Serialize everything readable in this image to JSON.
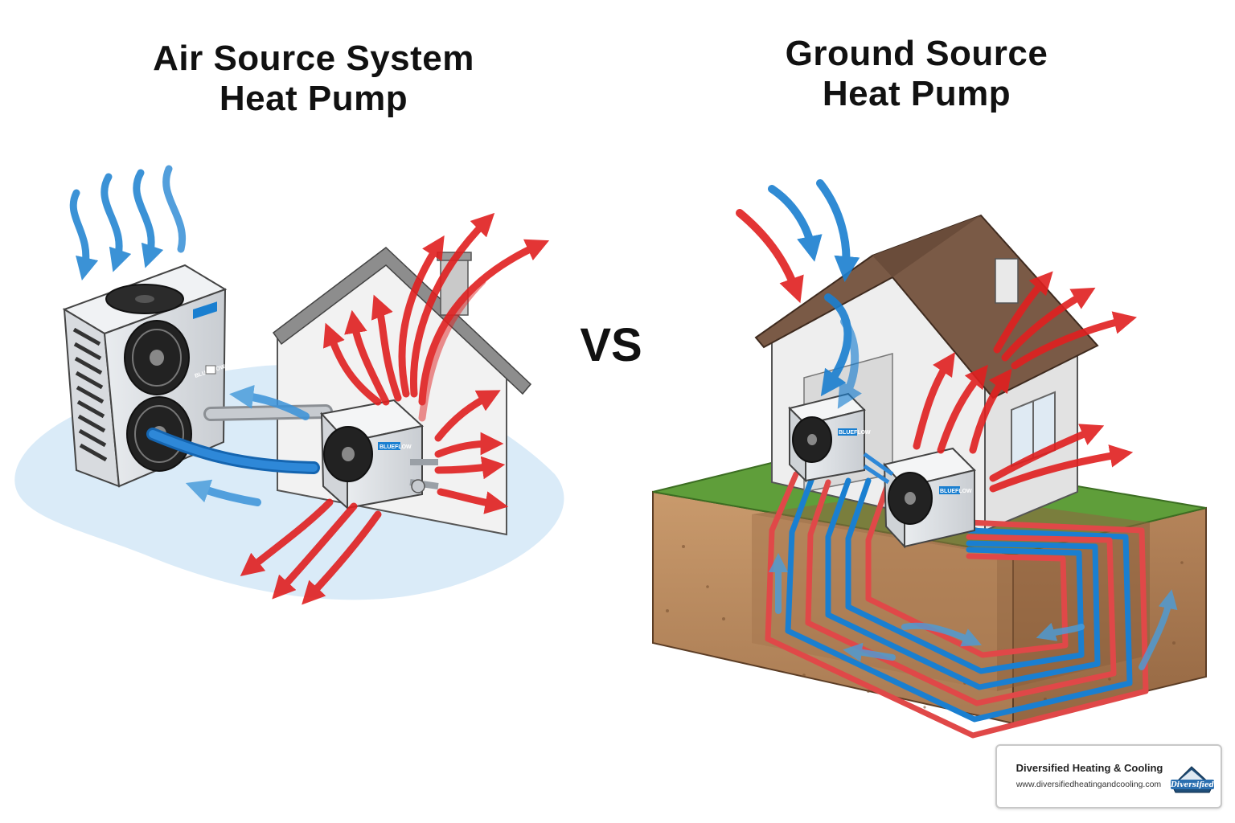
{
  "left_panel": {
    "title_line1": "Air Source System",
    "title_line2": "Heat Pump",
    "unit_brand": "BLUEFLOW"
  },
  "separator": {
    "label": "VS"
  },
  "right_panel": {
    "title_line1": "Ground Source",
    "title_line2": "Heat Pump",
    "unit_brand": "BLUEFLOW"
  },
  "footer": {
    "company_name": "Diversified Heating & Cooling",
    "website": "www.diversifiedheatingandcooling.com",
    "logo_text": "Diversified"
  },
  "colors": {
    "warm": "#e02020",
    "cool": "#1a7fd0",
    "ground_soil": "#b98a5e",
    "grass": "#5f9e3a",
    "roof": "#7a5a46",
    "wall": "#f2f2f2",
    "water": "#cfe5f5"
  }
}
